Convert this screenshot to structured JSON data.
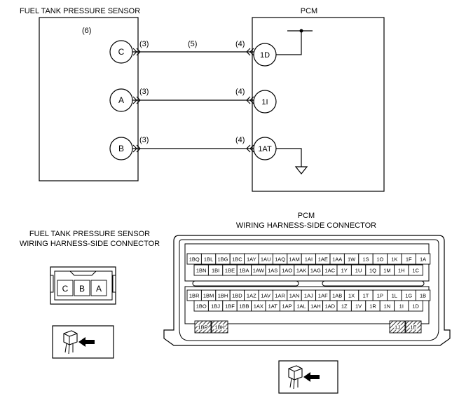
{
  "sensor": {
    "title": "FUEL TANK PRESSURE SENSOR",
    "ref": "(6)",
    "pins": [
      "C",
      "A",
      "B"
    ]
  },
  "pcm": {
    "title": "PCM",
    "pins": [
      "1D",
      "1I",
      "1AT"
    ]
  },
  "wire": {
    "sensor_side_ref": "(3)",
    "middle_ref": "(5)",
    "pcm_side_ref": "(4)"
  },
  "sensor_connector": {
    "title_line1": "FUEL TANK PRESSURE SENSOR",
    "title_line2": "WIRING HARNESS-SIDE CONNECTOR",
    "pins": [
      "C",
      "B",
      "A"
    ]
  },
  "pcm_connector": {
    "title_line1": "PCM",
    "title_line2": "WIRING HARNESS-SIDE CONNECTOR",
    "upper_row1": [
      "1BQ",
      "1BL",
      "1BG",
      "1BC",
      "1AY",
      "1AU",
      "1AQ",
      "1AM",
      "1AI",
      "1AE",
      "1AA",
      "1W",
      "1S",
      "1O",
      "1K",
      "1F",
      "1A"
    ],
    "upper_row2": [
      "1BN",
      "1BI",
      "1BE",
      "1BA",
      "1AW",
      "1AS",
      "1AO",
      "1AK",
      "1AG",
      "1AC",
      "1Y",
      "1U",
      "1Q",
      "1M",
      "1H",
      "1C"
    ],
    "lower_row1": [
      "1BR",
      "1BM",
      "1BH",
      "1BD",
      "1AZ",
      "1AV",
      "1AR",
      "1AN",
      "1AJ",
      "1AF",
      "1AB",
      "1X",
      "1T",
      "1P",
      "1L",
      "1G",
      "1B"
    ],
    "lower_row2": [
      "1BO",
      "1BJ",
      "1BF",
      "1BB",
      "1AX",
      "1AT",
      "1AP",
      "1AL",
      "1AH",
      "1AD",
      "1Z",
      "1V",
      "1R",
      "1N",
      "1I",
      "1D"
    ],
    "left_hatched": [
      "1BP",
      "1BK"
    ],
    "right_hatched": [
      "1J",
      "1E"
    ]
  }
}
